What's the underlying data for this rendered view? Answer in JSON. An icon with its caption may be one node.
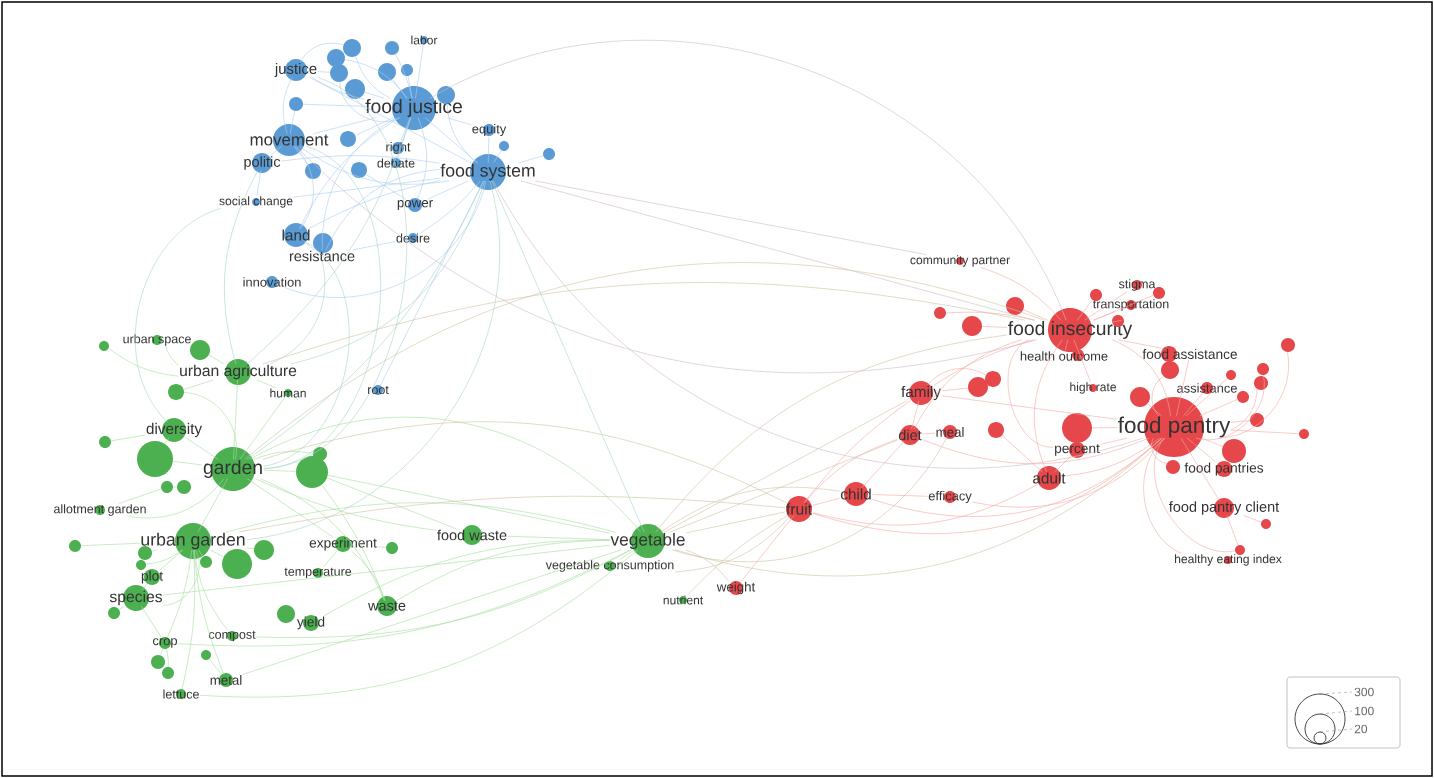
{
  "diagram": {
    "nodes": [
      {
        "text": [
          "food justice"
        ]
      },
      {
        "text": [
          "food system"
        ]
      },
      {
        "text": [
          "movement"
        ]
      },
      {
        "text": [
          "justice"
        ]
      },
      {
        "text": [
          "politic"
        ]
      },
      {
        "text": [
          "labor"
        ]
      },
      {
        "text": [
          "equity"
        ]
      },
      {
        "text": [
          "right"
        ]
      },
      {
        "text": [
          "debate"
        ]
      },
      {
        "text": [
          "power"
        ]
      },
      {
        "text": [
          "social change"
        ]
      },
      {
        "text": [
          "land"
        ]
      },
      {
        "text": [
          "resistance"
        ]
      },
      {
        "text": [
          "desire"
        ]
      },
      {
        "text": [
          "innovation"
        ]
      },
      {
        "text": [
          "urban space"
        ]
      },
      {
        "text": [
          "urban agriculture"
        ]
      },
      {
        "text": [
          "human"
        ]
      },
      {
        "text": [
          "root"
        ]
      },
      {
        "text": [
          "diversity"
        ]
      },
      {
        "text": [
          "garden"
        ]
      },
      {
        "text": [
          "allotment garden"
        ]
      },
      {
        "text": [
          "urban garden"
        ]
      },
      {
        "text": [
          "experiment"
        ]
      },
      {
        "text": [
          "food waste"
        ]
      },
      {
        "text": [
          "vegetable"
        ]
      },
      {
        "text": [
          "vegetable consumption"
        ]
      },
      {
        "text": [
          "temperature"
        ]
      },
      {
        "text": [
          "plot"
        ]
      },
      {
        "text": [
          "species"
        ]
      },
      {
        "text": [
          "waste"
        ]
      },
      {
        "text": [
          "yield"
        ]
      },
      {
        "text": [
          "crop"
        ]
      },
      {
        "text": [
          "compost"
        ]
      },
      {
        "text": [
          "metal"
        ]
      },
      {
        "text": [
          "lettuce"
        ]
      },
      {
        "text": [
          "nutrient"
        ]
      },
      {
        "text": [
          "community partner"
        ]
      },
      {
        "text": [
          "stigma"
        ]
      },
      {
        "text": [
          "transportation"
        ]
      },
      {
        "text": [
          "food insecurity"
        ]
      },
      {
        "text": [
          "health outcome"
        ]
      },
      {
        "text": [
          "food assistance"
        ]
      },
      {
        "text": [
          "family"
        ]
      },
      {
        "text": [
          "high rate"
        ]
      },
      {
        "text": [
          "assistance"
        ]
      },
      {
        "text": [
          "food pantry"
        ]
      },
      {
        "text": [
          "diet"
        ]
      },
      {
        "text": [
          "meal"
        ]
      },
      {
        "text": [
          "percent"
        ]
      },
      {
        "text": [
          "adult"
        ]
      },
      {
        "text": [
          "food pantries"
        ]
      },
      {
        "text": [
          "child"
        ]
      },
      {
        "text": [
          "efficacy"
        ]
      },
      {
        "text": [
          "fruit"
        ]
      },
      {
        "text": [
          "food pantry client"
        ]
      },
      {
        "text": [
          "weight"
        ]
      },
      {
        "text": [
          "healthy eating index"
        ]
      },
      {
        "text": [],
        "shape": "circle"
      },
      {
        "text": [],
        "shape": "circle"
      },
      {
        "text": [],
        "shape": "circle"
      },
      {
        "text": [],
        "shape": "circle"
      },
      {
        "text": [],
        "shape": "circle"
      },
      {
        "text": [],
        "shape": "circle"
      },
      {
        "text": [],
        "shape": "circle"
      },
      {
        "text": [],
        "shape": "circle"
      },
      {
        "text": [],
        "shape": "circle"
      },
      {
        "text": [],
        "shape": "circle"
      },
      {
        "text": [],
        "shape": "circle"
      },
      {
        "text": [],
        "shape": "circle"
      },
      {
        "text": [],
        "shape": "circle"
      },
      {
        "text": [],
        "shape": "circle"
      },
      {
        "text": [],
        "shape": "circle"
      },
      {
        "text": [],
        "shape": "circle"
      },
      {
        "text": [],
        "shape": "circle"
      },
      {
        "text": [],
        "shape": "circle"
      },
      {
        "text": [],
        "shape": "circle"
      },
      {
        "text": [],
        "shape": "circle"
      },
      {
        "text": [],
        "shape": "circle"
      },
      {
        "text": [],
        "shape": "circle"
      },
      {
        "text": [],
        "shape": "circle"
      },
      {
        "text": [],
        "shape": "circle"
      },
      {
        "text": [],
        "shape": "circle"
      },
      {
        "text": [],
        "shape": "circle"
      },
      {
        "text": [],
        "shape": "circle"
      },
      {
        "text": [],
        "shape": "circle"
      },
      {
        "text": [],
        "shape": "circle"
      },
      {
        "text": [],
        "shape": "circle"
      },
      {
        "text": [],
        "shape": "circle"
      },
      {
        "text": [],
        "shape": "circle"
      },
      {
        "text": [],
        "shape": "circle"
      },
      {
        "text": [],
        "shape": "circle"
      },
      {
        "text": [],
        "shape": "circle"
      },
      {
        "text": [],
        "shape": "circle"
      },
      {
        "text": [],
        "shape": "circle"
      },
      {
        "text": [],
        "shape": "circle"
      },
      {
        "text": [],
        "shape": "circle"
      },
      {
        "text": [],
        "shape": "circle"
      },
      {
        "text": [],
        "shape": "circle"
      },
      {
        "text": [],
        "shape": "circle"
      },
      {
        "text": [],
        "shape": "circle"
      },
      {
        "text": [],
        "shape": "circle"
      },
      {
        "text": [],
        "shape": "circle"
      },
      {
        "text": [],
        "shape": "circle"
      },
      {
        "text": [],
        "shape": "circle"
      },
      {
        "text": [],
        "shape": "circle"
      },
      {
        "text": [],
        "shape": "circle"
      },
      {
        "text": [],
        "shape": "circle"
      },
      {
        "text": [],
        "shape": "circle"
      },
      {
        "text": [],
        "shape": "circle"
      },
      {
        "text": [],
        "shape": "circle"
      },
      {
        "text": [],
        "shape": "circle"
      },
      {
        "text": [],
        "shape": "circle"
      },
      {
        "text": [],
        "shape": "circle"
      },
      {
        "text": [],
        "shape": "circle"
      },
      {
        "text": [],
        "shape": "circle"
      }
    ],
    "edges": [
      {
        "from": 0,
        "to": 1,
        "arrow": "none"
      },
      {
        "from": 0,
        "to": 2,
        "arrow": "none"
      },
      {
        "from": 0,
        "to": 3,
        "arrow": "none"
      },
      {
        "from": 0,
        "to": 5,
        "arrow": "none"
      },
      {
        "from": 0,
        "to": 6,
        "arrow": "none"
      },
      {
        "from": 0,
        "to": 7,
        "arrow": "none"
      },
      {
        "from": 0,
        "to": 8,
        "arrow": "none"
      },
      {
        "from": 0,
        "to": 9,
        "arrow": "none"
      },
      {
        "from": 0,
        "to": 11,
        "arrow": "none"
      },
      {
        "from": 0,
        "to": 12,
        "arrow": "none"
      },
      {
        "from": 0,
        "to": 58,
        "arrow": "none"
      },
      {
        "from": 0,
        "to": 59,
        "arrow": "none"
      },
      {
        "from": 0,
        "to": 60,
        "arrow": "none"
      },
      {
        "from": 0,
        "to": 61,
        "arrow": "none"
      },
      {
        "from": 0,
        "to": 62,
        "arrow": "none"
      },
      {
        "from": 0,
        "to": 63,
        "arrow": "none"
      },
      {
        "from": 0,
        "to": 64,
        "arrow": "none"
      },
      {
        "from": 0,
        "to": 66,
        "arrow": "none"
      },
      {
        "from": 0,
        "to": 67,
        "arrow": "none"
      },
      {
        "from": 1,
        "to": 2,
        "arrow": "none"
      },
      {
        "from": 1,
        "to": 3,
        "arrow": "none"
      },
      {
        "from": 1,
        "to": 4,
        "arrow": "none"
      },
      {
        "from": 1,
        "to": 6,
        "arrow": "none"
      },
      {
        "from": 1,
        "to": 9,
        "arrow": "none"
      },
      {
        "from": 1,
        "to": 10,
        "arrow": "none"
      },
      {
        "from": 1,
        "to": 11,
        "arrow": "none"
      },
      {
        "from": 1,
        "to": 12,
        "arrow": "none"
      },
      {
        "from": 1,
        "to": 13,
        "arrow": "none"
      },
      {
        "from": 1,
        "to": 14,
        "arrow": "none"
      },
      {
        "from": 1,
        "to": 70,
        "arrow": "none"
      },
      {
        "from": 1,
        "to": 71,
        "arrow": "none"
      },
      {
        "from": 1,
        "to": 65,
        "arrow": "none"
      },
      {
        "from": 2,
        "to": 3,
        "arrow": "none"
      },
      {
        "from": 2,
        "to": 4,
        "arrow": "none"
      },
      {
        "from": 2,
        "to": 11,
        "arrow": "none"
      },
      {
        "from": 2,
        "to": 66,
        "arrow": "none"
      },
      {
        "from": 2,
        "to": 68,
        "arrow": "none"
      },
      {
        "from": 3,
        "to": 58,
        "arrow": "none"
      },
      {
        "from": 3,
        "to": 61,
        "arrow": "none"
      },
      {
        "from": 4,
        "to": 10,
        "arrow": "none"
      },
      {
        "from": 11,
        "to": 12,
        "arrow": "none"
      },
      {
        "from": 12,
        "to": 13,
        "arrow": "none"
      },
      {
        "from": 9,
        "to": 69,
        "arrow": "none"
      },
      {
        "from": 1,
        "to": 16,
        "arrow": "none"
      },
      {
        "from": 1,
        "to": 20,
        "arrow": "none"
      },
      {
        "from": 1,
        "to": 22,
        "arrow": "none"
      },
      {
        "from": 2,
        "to": 20,
        "arrow": "none"
      },
      {
        "from": 4,
        "to": 16,
        "arrow": "none"
      },
      {
        "from": 11,
        "to": 20,
        "arrow": "none"
      },
      {
        "from": 12,
        "to": 16,
        "arrow": "none"
      },
      {
        "from": 10,
        "to": 19,
        "arrow": "none"
      },
      {
        "from": 3,
        "to": 20,
        "arrow": "none"
      },
      {
        "from": 0,
        "to": 16,
        "arrow": "none"
      },
      {
        "from": 1,
        "to": 18,
        "arrow": "none"
      },
      {
        "from": 1,
        "to": 25,
        "arrow": "none"
      },
      {
        "from": 1,
        "to": 40,
        "arrow": "none"
      },
      {
        "from": 1,
        "to": 46,
        "arrow": "none"
      },
      {
        "from": 0,
        "to": 40,
        "arrow": "none"
      },
      {
        "from": 1,
        "to": 37,
        "arrow": "none"
      },
      {
        "from": 2,
        "to": 40,
        "arrow": "none"
      },
      {
        "from": 20,
        "to": 16,
        "arrow": "none"
      },
      {
        "from": 20,
        "to": 19,
        "arrow": "none"
      },
      {
        "from": 20,
        "to": 22,
        "arrow": "none"
      },
      {
        "from": 20,
        "to": 76,
        "arrow": "none"
      },
      {
        "from": 20,
        "to": 77,
        "arrow": "none"
      },
      {
        "from": 20,
        "to": 78,
        "arrow": "none"
      },
      {
        "from": 20,
        "to": 74,
        "arrow": "none"
      },
      {
        "from": 20,
        "to": 17,
        "arrow": "none"
      },
      {
        "from": 20,
        "to": 24,
        "arrow": "none"
      },
      {
        "from": 20,
        "to": 30,
        "arrow": "none"
      },
      {
        "from": 20,
        "to": 23,
        "arrow": "none"
      },
      {
        "from": 20,
        "to": 21,
        "arrow": "none"
      },
      {
        "from": 22,
        "to": 28,
        "arrow": "none"
      },
      {
        "from": 22,
        "to": 29,
        "arrow": "none"
      },
      {
        "from": 22,
        "to": 32,
        "arrow": "none"
      },
      {
        "from": 22,
        "to": 33,
        "arrow": "none"
      },
      {
        "from": 22,
        "to": 34,
        "arrow": "none"
      },
      {
        "from": 22,
        "to": 35,
        "arrow": "none"
      },
      {
        "from": 22,
        "to": 82,
        "arrow": "none"
      },
      {
        "from": 22,
        "to": 83,
        "arrow": "none"
      },
      {
        "from": 22,
        "to": 84,
        "arrow": "none"
      },
      {
        "from": 22,
        "to": 86,
        "arrow": "none"
      },
      {
        "from": 22,
        "to": 87,
        "arrow": "none"
      },
      {
        "from": 22,
        "to": 81,
        "arrow": "none"
      },
      {
        "from": 16,
        "to": 15,
        "arrow": "none"
      },
      {
        "from": 16,
        "to": 73,
        "arrow": "none"
      },
      {
        "from": 16,
        "to": 74,
        "arrow": "none"
      },
      {
        "from": 16,
        "to": 17,
        "arrow": "none"
      },
      {
        "from": 19,
        "to": 76,
        "arrow": "none"
      },
      {
        "from": 19,
        "to": 75,
        "arrow": "none"
      },
      {
        "from": 29,
        "to": 88,
        "arrow": "none"
      },
      {
        "from": 29,
        "to": 32,
        "arrow": "none"
      },
      {
        "from": 29,
        "to": 28,
        "arrow": "none"
      },
      {
        "from": 32,
        "to": 91,
        "arrow": "none"
      },
      {
        "from": 32,
        "to": 92,
        "arrow": "none"
      },
      {
        "from": 34,
        "to": 90,
        "arrow": "none"
      },
      {
        "from": 23,
        "to": 27,
        "arrow": "none"
      },
      {
        "from": 23,
        "to": 85,
        "arrow": "none"
      },
      {
        "from": 23,
        "to": 30,
        "arrow": "none"
      },
      {
        "from": 24,
        "to": 25,
        "arrow": "none"
      },
      {
        "from": 30,
        "to": 25,
        "arrow": "none"
      },
      {
        "from": 22,
        "to": 25,
        "arrow": "none"
      },
      {
        "from": 20,
        "to": 25,
        "arrow": "none"
      },
      {
        "from": 29,
        "to": 25,
        "arrow": "none"
      },
      {
        "from": 34,
        "to": 25,
        "arrow": "none"
      },
      {
        "from": 35,
        "to": 25,
        "arrow": "none"
      },
      {
        "from": 32,
        "to": 25,
        "arrow": "none"
      },
      {
        "from": 31,
        "to": 25,
        "arrow": "none"
      },
      {
        "from": 33,
        "to": 25,
        "arrow": "none"
      },
      {
        "from": 25,
        "to": 26,
        "arrow": "none"
      },
      {
        "from": 78,
        "to": 24,
        "arrow": "none"
      },
      {
        "from": 78,
        "to": 30,
        "arrow": "none"
      },
      {
        "from": 78,
        "to": 25,
        "arrow": "none"
      },
      {
        "from": 72,
        "to": 16,
        "arrow": "none"
      },
      {
        "from": 21,
        "to": 79,
        "arrow": "none"
      },
      {
        "from": 79,
        "to": 80,
        "arrow": "none"
      },
      {
        "from": 25,
        "to": 54,
        "arrow": "none"
      },
      {
        "from": 25,
        "to": 43,
        "arrow": "none"
      },
      {
        "from": 25,
        "to": 47,
        "arrow": "none"
      },
      {
        "from": 25,
        "to": 52,
        "arrow": "none"
      },
      {
        "from": 25,
        "to": 40,
        "arrow": "none"
      },
      {
        "from": 25,
        "to": 46,
        "arrow": "none"
      },
      {
        "from": 25,
        "to": 48,
        "arrow": "none"
      },
      {
        "from": 20,
        "to": 54,
        "arrow": "none"
      },
      {
        "from": 20,
        "to": 40,
        "arrow": "none"
      },
      {
        "from": 22,
        "to": 54,
        "arrow": "none"
      },
      {
        "from": 16,
        "to": 40,
        "arrow": "none"
      },
      {
        "from": 26,
        "to": 54,
        "arrow": "none"
      },
      {
        "from": 54,
        "to": 56,
        "arrow": "none"
      },
      {
        "from": 25,
        "to": 56,
        "arrow": "none"
      },
      {
        "from": 36,
        "to": 54,
        "arrow": "none"
      },
      {
        "from": 40,
        "to": 46,
        "arrow": "none"
      },
      {
        "from": 40,
        "to": 43,
        "arrow": "none"
      },
      {
        "from": 40,
        "to": 47,
        "arrow": "none"
      },
      {
        "from": 40,
        "to": 38,
        "arrow": "none"
      },
      {
        "from": 40,
        "to": 39,
        "arrow": "none"
      },
      {
        "from": 40,
        "to": 41,
        "arrow": "none"
      },
      {
        "from": 40,
        "to": 42,
        "arrow": "none"
      },
      {
        "from": 40,
        "to": 44,
        "arrow": "none"
      },
      {
        "from": 40,
        "to": 49,
        "arrow": "none"
      },
      {
        "from": 40,
        "to": 50,
        "arrow": "none"
      },
      {
        "from": 40,
        "to": 93,
        "arrow": "none"
      },
      {
        "from": 40,
        "to": 94,
        "arrow": "none"
      },
      {
        "from": 40,
        "to": 95,
        "arrow": "none"
      },
      {
        "from": 40,
        "to": 96,
        "arrow": "none"
      },
      {
        "from": 40,
        "to": 97,
        "arrow": "none"
      },
      {
        "from": 40,
        "to": 98,
        "arrow": "none"
      },
      {
        "from": 40,
        "to": 37,
        "arrow": "none"
      },
      {
        "from": 46,
        "to": 42,
        "arrow": "none"
      },
      {
        "from": 46,
        "to": 45,
        "arrow": "none"
      },
      {
        "from": 46,
        "to": 49,
        "arrow": "none"
      },
      {
        "from": 46,
        "to": 50,
        "arrow": "none"
      },
      {
        "from": 46,
        "to": 51,
        "arrow": "none"
      },
      {
        "from": 46,
        "to": 55,
        "arrow": "none"
      },
      {
        "from": 46,
        "to": 57,
        "arrow": "none"
      },
      {
        "from": 46,
        "to": 103,
        "arrow": "none"
      },
      {
        "from": 46,
        "to": 104,
        "arrow": "none"
      },
      {
        "from": 46,
        "to": 105,
        "arrow": "none"
      },
      {
        "from": 46,
        "to": 106,
        "arrow": "none"
      },
      {
        "from": 46,
        "to": 107,
        "arrow": "none"
      },
      {
        "from": 46,
        "to": 108,
        "arrow": "none"
      },
      {
        "from": 46,
        "to": 109,
        "arrow": "none"
      },
      {
        "from": 46,
        "to": 110,
        "arrow": "none"
      },
      {
        "from": 46,
        "to": 111,
        "arrow": "none"
      },
      {
        "from": 46,
        "to": 112,
        "arrow": "none"
      },
      {
        "from": 46,
        "to": 113,
        "arrow": "none"
      },
      {
        "from": 46,
        "to": 115,
        "arrow": "none"
      },
      {
        "from": 46,
        "to": 99,
        "arrow": "none"
      },
      {
        "from": 46,
        "to": 43,
        "arrow": "none"
      },
      {
        "from": 46,
        "to": 47,
        "arrow": "none"
      },
      {
        "from": 46,
        "to": 52,
        "arrow": "none"
      },
      {
        "from": 46,
        "to": 53,
        "arrow": "none"
      },
      {
        "from": 46,
        "to": 54,
        "arrow": "none"
      },
      {
        "from": 43,
        "to": 47,
        "arrow": "none"
      },
      {
        "from": 43,
        "to": 100,
        "arrow": "none"
      },
      {
        "from": 43,
        "to": 101,
        "arrow": "none"
      },
      {
        "from": 47,
        "to": 48,
        "arrow": "none"
      },
      {
        "from": 47,
        "to": 52,
        "arrow": "none"
      },
      {
        "from": 52,
        "to": 54,
        "arrow": "none"
      },
      {
        "from": 52,
        "to": 53,
        "arrow": "none"
      },
      {
        "from": 50,
        "to": 49,
        "arrow": "none"
      },
      {
        "from": 50,
        "to": 102,
        "arrow": "none"
      },
      {
        "from": 55,
        "to": 114,
        "arrow": "none"
      },
      {
        "from": 55,
        "to": 115,
        "arrow": "none"
      },
      {
        "from": 54,
        "to": 47,
        "arrow": "none"
      },
      {
        "from": 54,
        "to": 43,
        "arrow": "none"
      },
      {
        "from": 54,
        "to": 50,
        "arrow": "none"
      }
    ],
    "legend": [
      {
        "text": "300"
      },
      {
        "text": "100"
      },
      {
        "text": "20"
      }
    ]
  }
}
